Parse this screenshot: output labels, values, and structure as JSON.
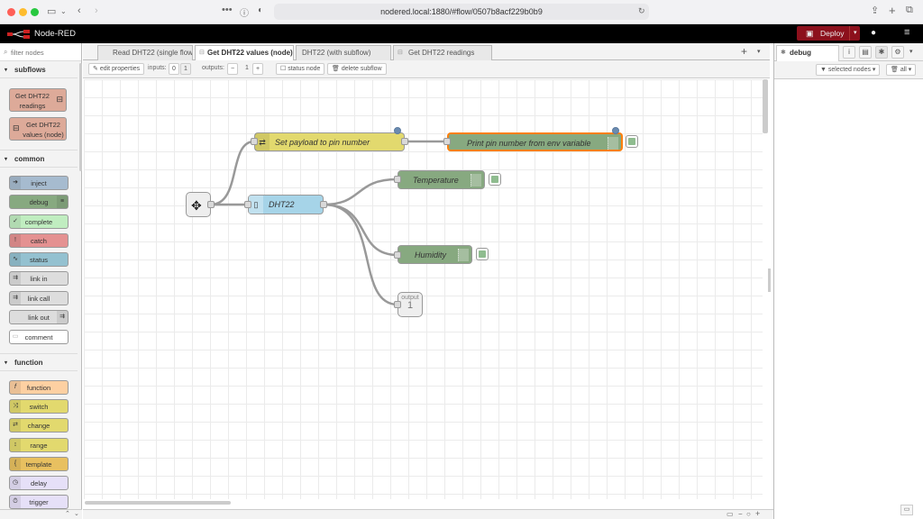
{
  "browser": {
    "url": "nodered.local:1880/#flow/0507b8acf229b0b9",
    "icons": [
      "sidebar-icon",
      "back-icon",
      "forward-icon",
      "more-icon",
      "info-icon",
      "shield-icon",
      "reload-icon",
      "share-icon",
      "new-tab-icon",
      "tabs-icon"
    ]
  },
  "header": {
    "app_name": "Node-RED",
    "deploy_label": "Deploy"
  },
  "palette": {
    "filter_placeholder": "filter nodes",
    "categories": {
      "subflows": "subflows",
      "common": "common",
      "function": "function"
    },
    "subflows": [
      "Get DHT22 readings",
      "Get DHT22 values (node)"
    ],
    "common": [
      "inject",
      "debug",
      "complete",
      "catch",
      "status",
      "link in",
      "link call",
      "link out",
      "comment"
    ],
    "function": [
      "function",
      "switch",
      "change",
      "range",
      "template",
      "delay",
      "trigger"
    ]
  },
  "tabs": [
    {
      "label": "Read DHT22 (single flow)",
      "active": false
    },
    {
      "label": "Get DHT22 values (node)",
      "active": true
    },
    {
      "label": "DHT22 (with subflow)",
      "active": false
    },
    {
      "label": "Get DHT22 readings",
      "active": false
    }
  ],
  "subflow_toolbar": {
    "edit_properties": "edit properties",
    "inputs_label": "inputs:",
    "inputs_value_0": "0",
    "inputs_value_1": "1",
    "outputs_label": "outputs:",
    "outputs_minus": "−",
    "outputs_value": "1",
    "outputs_plus": "+",
    "status_node": "status node",
    "delete_subflow": "delete subflow"
  },
  "flow": {
    "set_payload": "Set payload to pin number",
    "print_pin": "Print pin number from env variable",
    "dht22": "DHT22",
    "temperature": "Temperature",
    "humidity": "Humidity",
    "output_label": "output",
    "output_number": "1"
  },
  "sidebar": {
    "tab_label": "debug",
    "selected_nodes": "selected nodes",
    "all": "all"
  },
  "colors": {
    "deploy": "#8c101c",
    "function_node": "#e2d96e",
    "debug_node": "#87a980",
    "dht22_node": "#a6d4e8",
    "selected_border": "#ff7f0e"
  }
}
